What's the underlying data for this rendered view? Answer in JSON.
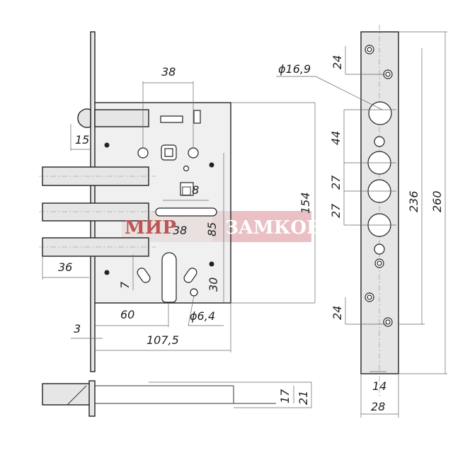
{
  "drawing": {
    "lock_body": {
      "dim_top_38": "38",
      "dim_15": "15",
      "dim_8": "□8",
      "dim_mid_38": "38",
      "dim_85": "85",
      "dim_154": "154",
      "dim_36": "36",
      "dim_7": "7",
      "dim_30": "30",
      "dim_60": "60",
      "dim_hole": "ϕ6,4",
      "dim_3": "3",
      "dim_1075": "107,5"
    },
    "strike_plate": {
      "dim_hole": "ϕ16,9",
      "dim_24_top": "24",
      "dim_44": "44",
      "dim_27_a": "27",
      "dim_27_b": "27",
      "dim_24_bottom": "24",
      "dim_236": "236",
      "dim_260": "260",
      "dim_14": "14",
      "dim_28": "28"
    },
    "side_view": {
      "dim_17": "17",
      "dim_21": "21"
    },
    "watermark": {
      "left": "МИР",
      "right": "ЗАМКОВ"
    }
  }
}
